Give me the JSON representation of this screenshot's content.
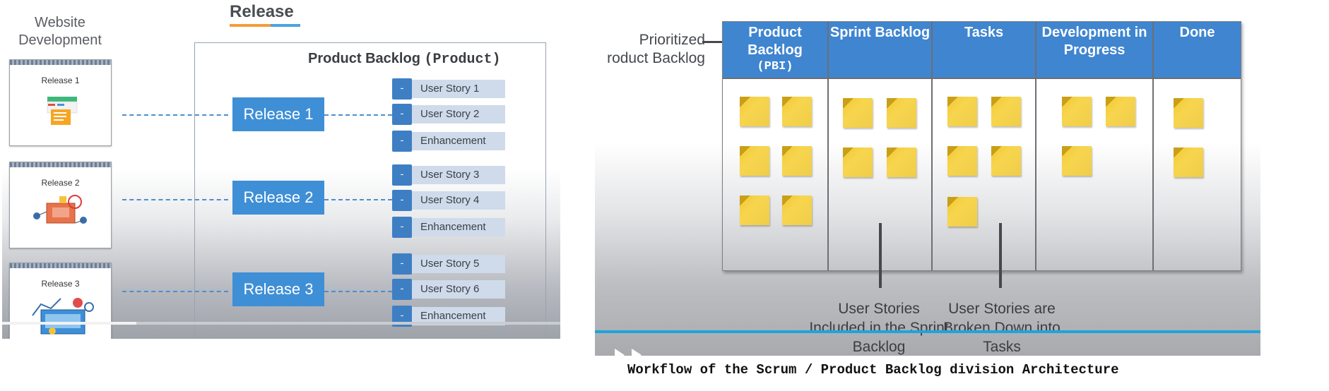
{
  "left": {
    "site_title": "Website Development",
    "release_heading": "Release",
    "backlog_title_bold": "Product Backlog",
    "backlog_title_mono": "(Product)",
    "thumbnails": [
      "Release 1",
      "Release 2",
      "Release 3"
    ],
    "releases": [
      "Release 1",
      "Release 2",
      "Release 3"
    ],
    "stories": [
      "User Story 1",
      "User Story 2",
      "Enhancement",
      "User Story 3",
      "User Story 4",
      "Enhancement",
      "User Story 5",
      "User Story 6",
      "Enhancement"
    ],
    "story_marker": "-",
    "video_progress": 0.24
  },
  "right": {
    "prioritized_label": "Prioritized roduct Backlog",
    "columns": [
      {
        "title": "Product Backlog",
        "sub": "(PBI)",
        "notes": 6
      },
      {
        "title": "Sprint Backlog",
        "sub": "",
        "notes": 4
      },
      {
        "title": "Tasks",
        "sub": "",
        "notes": 5
      },
      {
        "title": "Development in Progress",
        "sub": "",
        "notes": 3
      },
      {
        "title": "Done",
        "sub": "",
        "notes": 2
      }
    ],
    "caption_sprint": "User Stories Included in the Sprint Backlog",
    "caption_tasks": "User Stories are Broken Down into Tasks",
    "note_color": "#f5cf45",
    "header_color": "#3f85d0"
  },
  "figure_caption": "Workflow of the Scrum / Product Backlog division Architecture"
}
